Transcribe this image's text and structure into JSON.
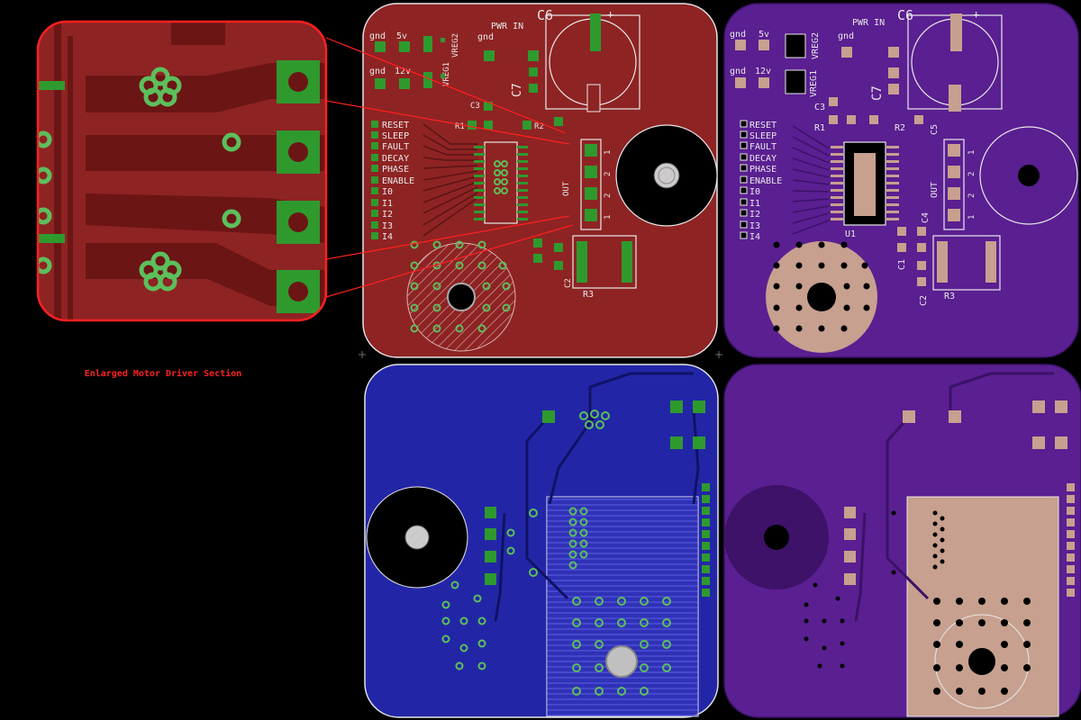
{
  "caption": "Enlarged Motor Driver Section",
  "colors": {
    "background": "#000000",
    "top_board": "#8e2323",
    "purple_board": "#5a1f91",
    "bottom_board": "#2226a6",
    "copper_pad": "#2e9a2e",
    "via": "#5cbf5c",
    "silk": "#e8e8e8",
    "mask_pad": "#c7a08f",
    "zoom_outline": "#ff2020"
  },
  "top_view": {
    "labels": [
      "gnd",
      "5v",
      "gnd",
      "12v",
      "gnd",
      "PWR IN",
      "C6",
      "C7",
      "VREG1",
      "VREG2",
      "C3",
      "R1",
      "R2",
      "C5",
      "OUT",
      "C4",
      "C1",
      "C2",
      "R3",
      "U1"
    ],
    "signal_pins": [
      "RESET",
      "SLEEP",
      "FAULT",
      "DECAY",
      "PHASE",
      "ENABLE",
      "I0",
      "I1",
      "I2",
      "I3",
      "I4"
    ],
    "out_pins": [
      "1",
      "2",
      "2",
      "1"
    ],
    "plus_mark": "+",
    "minus_mark": "—"
  }
}
